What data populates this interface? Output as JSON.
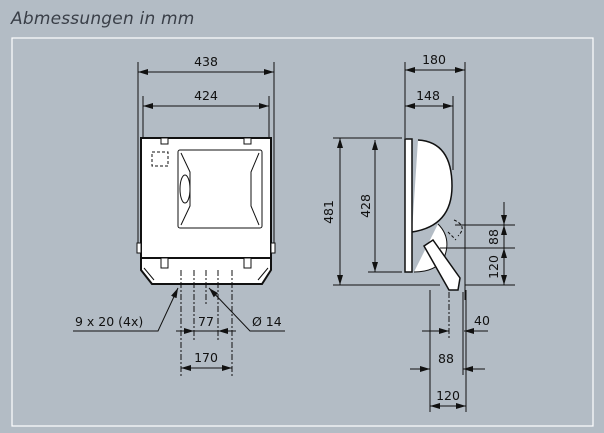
{
  "title": "Abmessungen in mm",
  "colors": {
    "background": "#b3bcc5",
    "frame": "#ffffff",
    "lines": "#111111"
  },
  "front_view": {
    "width_outer": "438",
    "width_inner": "424",
    "slot_note": "9 x 20 (4x)",
    "hole_spacing": "77",
    "slot_spacing": "170",
    "hole_diameter": "Ø 14"
  },
  "side_view": {
    "depth_total": "180",
    "depth_housing": "148",
    "height_total": "481",
    "height_housing": "428",
    "bracket_upper": "88",
    "bracket_lower": "120",
    "foot_40": "40",
    "foot_88": "88",
    "foot_120": "120"
  }
}
